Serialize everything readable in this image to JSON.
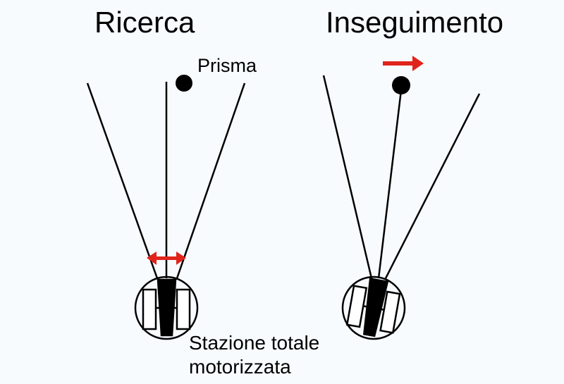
{
  "titles": {
    "left": "Ricerca",
    "right": "Inseguimento"
  },
  "labels": {
    "prism": "Prisma",
    "station_line1": "Stazione totale",
    "station_line2": "motorizzata"
  },
  "colors": {
    "arrow": "#e0241b",
    "ink": "#000000",
    "background": "#f7fbfe"
  }
}
